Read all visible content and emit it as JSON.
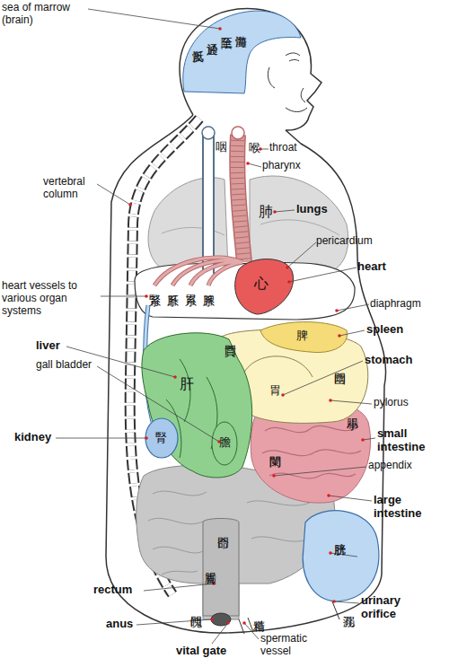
{
  "diagram": {
    "labels": [
      "sea of marrow (brain)",
      "髓海",
      "至陰",
      "通於",
      "反骶",
      "咽",
      "throat",
      "喉",
      "pharynx",
      "vertebral column",
      "肺",
      "lungs",
      "pericardium",
      "heart",
      "心",
      "heart vessels to various organ systems",
      "腎系",
      "肝系",
      "胃系",
      "脾系",
      "diaphragm",
      "spleen",
      "脾",
      "liver",
      "賁門",
      "stomach",
      "gall bladder",
      "肝",
      "胃",
      "幽門",
      "pylorus",
      "小腸",
      "small intestine",
      "腎",
      "kidney",
      "膽",
      "闌門",
      "appendix",
      "large intestine",
      "膀胱",
      "命門",
      "rectum",
      "直腸",
      "urinary orifice",
      "溺孔",
      "anus",
      "魄門",
      "精道",
      "vital gate",
      "spermatic vessel"
    ]
  }
}
